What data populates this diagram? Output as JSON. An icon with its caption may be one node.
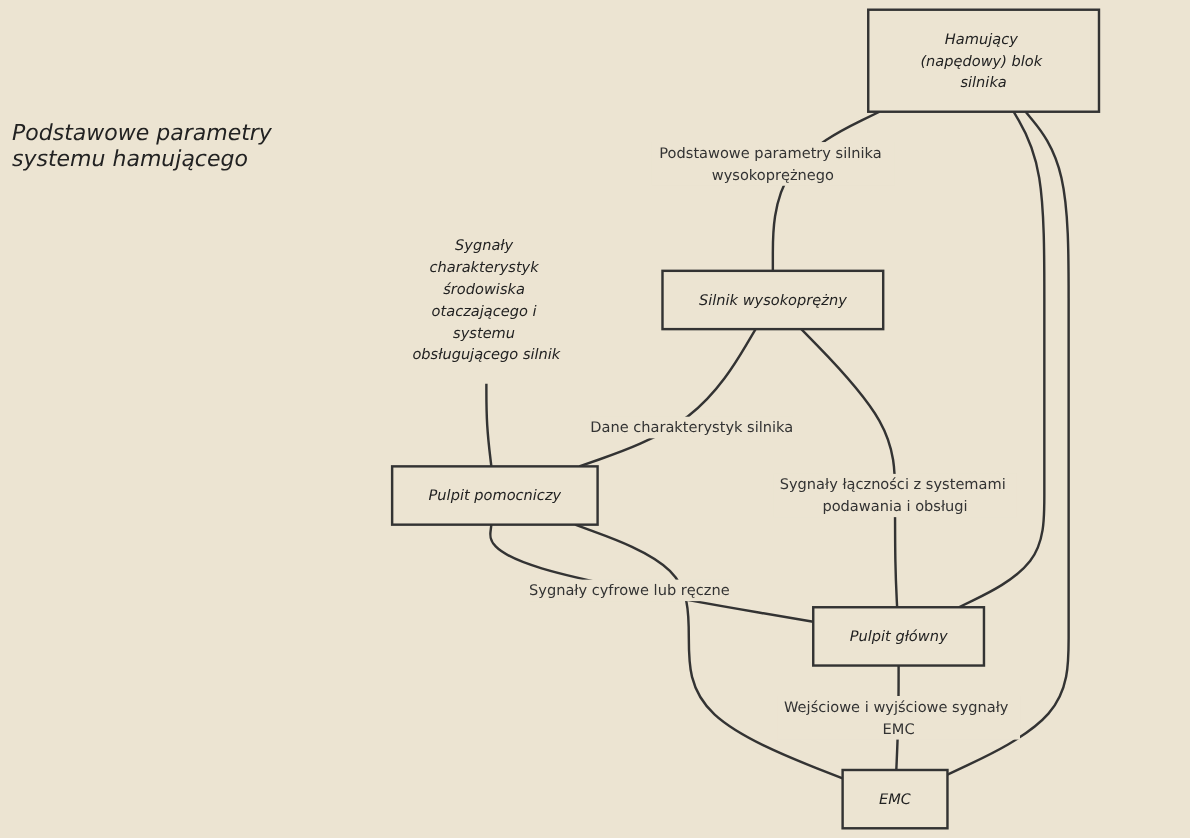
{
  "diagram": {
    "nodes": [
      {
        "text": [
          "Sygnały charakterystyk środowiska otaczającego i systemu obsługującego silnik"
        ]
      },
      {
        "text": [
          "Hamujący (napędowy) blok silnika"
        ]
      },
      {
        "text": [
          "Silnik wysokoprężny"
        ]
      },
      {
        "text": [
          "Pulpit pomocniczy"
        ]
      },
      {
        "text": [
          "Pulpit główny"
        ]
      },
      {
        "text": [
          "EMC"
        ]
      }
    ],
    "edges": [
      {
        "from": 0,
        "to": 3,
        "arrow": "none"
      },
      {
        "from": 1,
        "to": 2,
        "arrow": "none",
        "label": "Podstawowe parametry silnika wysokoprężnego"
      },
      {
        "from": 2,
        "to": 3,
        "arrow": "none",
        "label": "Dane charakterystyk silnika"
      },
      {
        "from": 3,
        "to": 4,
        "arrow": "none",
        "label": "Sygnały cyfrowe lub ręczne"
      },
      {
        "from": 3,
        "to": 5,
        "arrow": "none"
      },
      {
        "from": 1,
        "to": 4,
        "arrow": "none"
      },
      {
        "from": 1,
        "to": 5,
        "arrow": "none"
      },
      {
        "from": 2,
        "to": 4,
        "arrow": "none",
        "label": "Sygnały łączności z systemami podawania i obsługi"
      },
      {
        "from": 4,
        "to": 5,
        "arrow": "none",
        "label": "Wejściowe i wyjściowe sygnały EMC"
      }
    ],
    "labels": [
      "Podstawowe parametry systemu hamującego"
    ]
  }
}
